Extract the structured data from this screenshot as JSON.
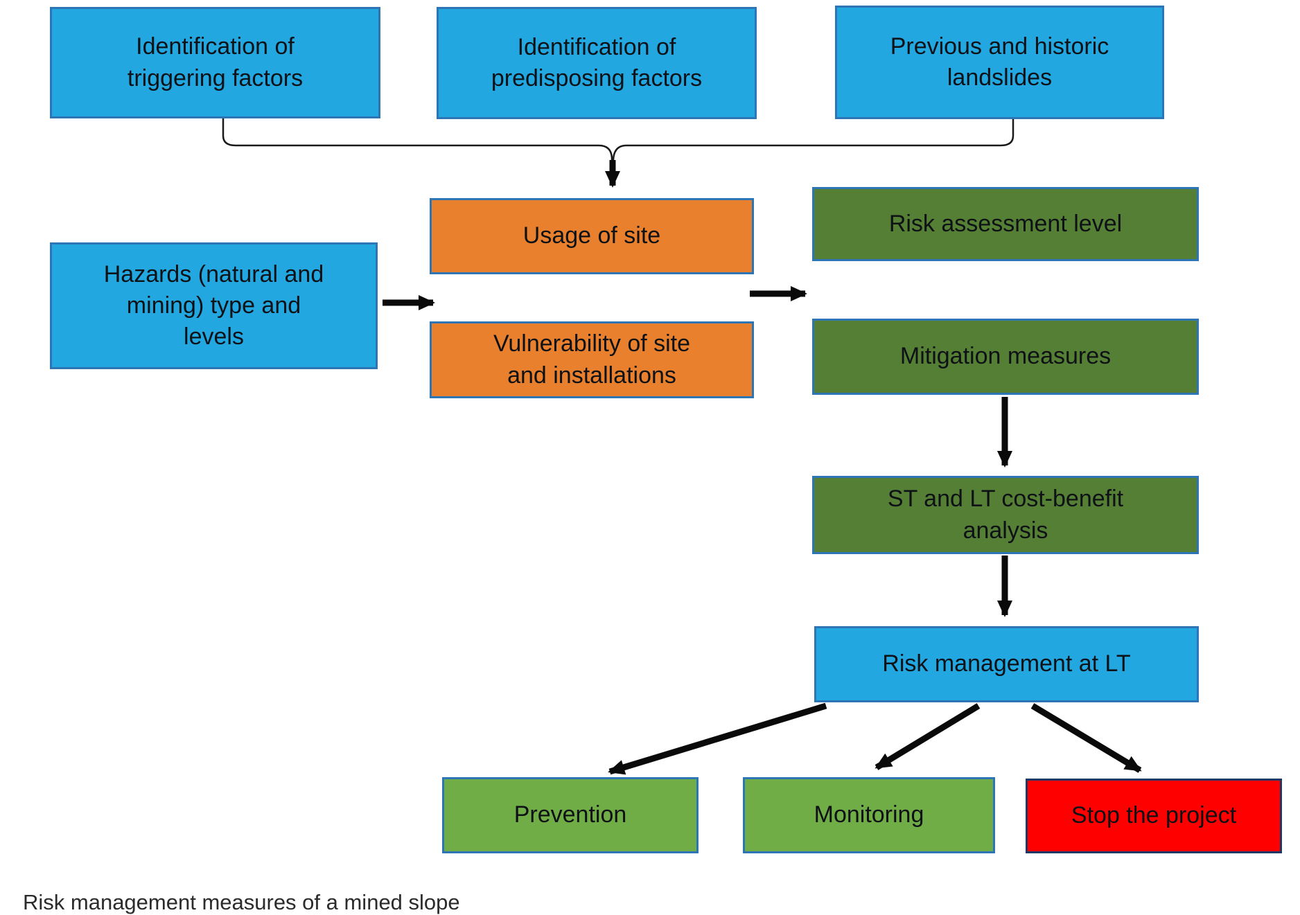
{
  "palette": {
    "blue": "#22a7e1",
    "orange": "#e8802e",
    "dark_green": "#557f34",
    "light_green": "#70ad47",
    "red": "#ff0000",
    "box_border": "#2e75b6",
    "red_box_border": "#203864",
    "arrow_black": "#0a0a0a",
    "text_dark": "#0e1116",
    "background": "#ffffff"
  },
  "nodes": {
    "triggering": {
      "label": "Identification of\ntriggering factors",
      "color": "blue"
    },
    "predisposing": {
      "label": "Identification of\npredisposing factors",
      "color": "blue"
    },
    "historic": {
      "label": "Previous and historic\nlandslides",
      "color": "blue"
    },
    "hazards": {
      "label": "Hazards (natural and\nmining) type and\nlevels",
      "color": "blue"
    },
    "usage": {
      "label": "Usage of site",
      "color": "orange"
    },
    "vulnerability": {
      "label": "Vulnerability of site\nand installations",
      "color": "orange"
    },
    "risklevel": {
      "label": "Risk assessment level",
      "color": "dark_green"
    },
    "mitigation": {
      "label": "Mitigation measures",
      "color": "dark_green"
    },
    "costbenefit": {
      "label": "ST and LT cost-benefit\nanalysis",
      "color": "dark_green"
    },
    "riskmgmt": {
      "label": "Risk management at LT",
      "color": "blue"
    },
    "prevention": {
      "label": "Prevention",
      "color": "light_green"
    },
    "monitoring": {
      "label": "Monitoring",
      "color": "light_green"
    },
    "stop": {
      "label": "Stop the project",
      "color": "red"
    }
  },
  "caption": {
    "partially_visible_text": "Risk management measures of a mined slope"
  }
}
